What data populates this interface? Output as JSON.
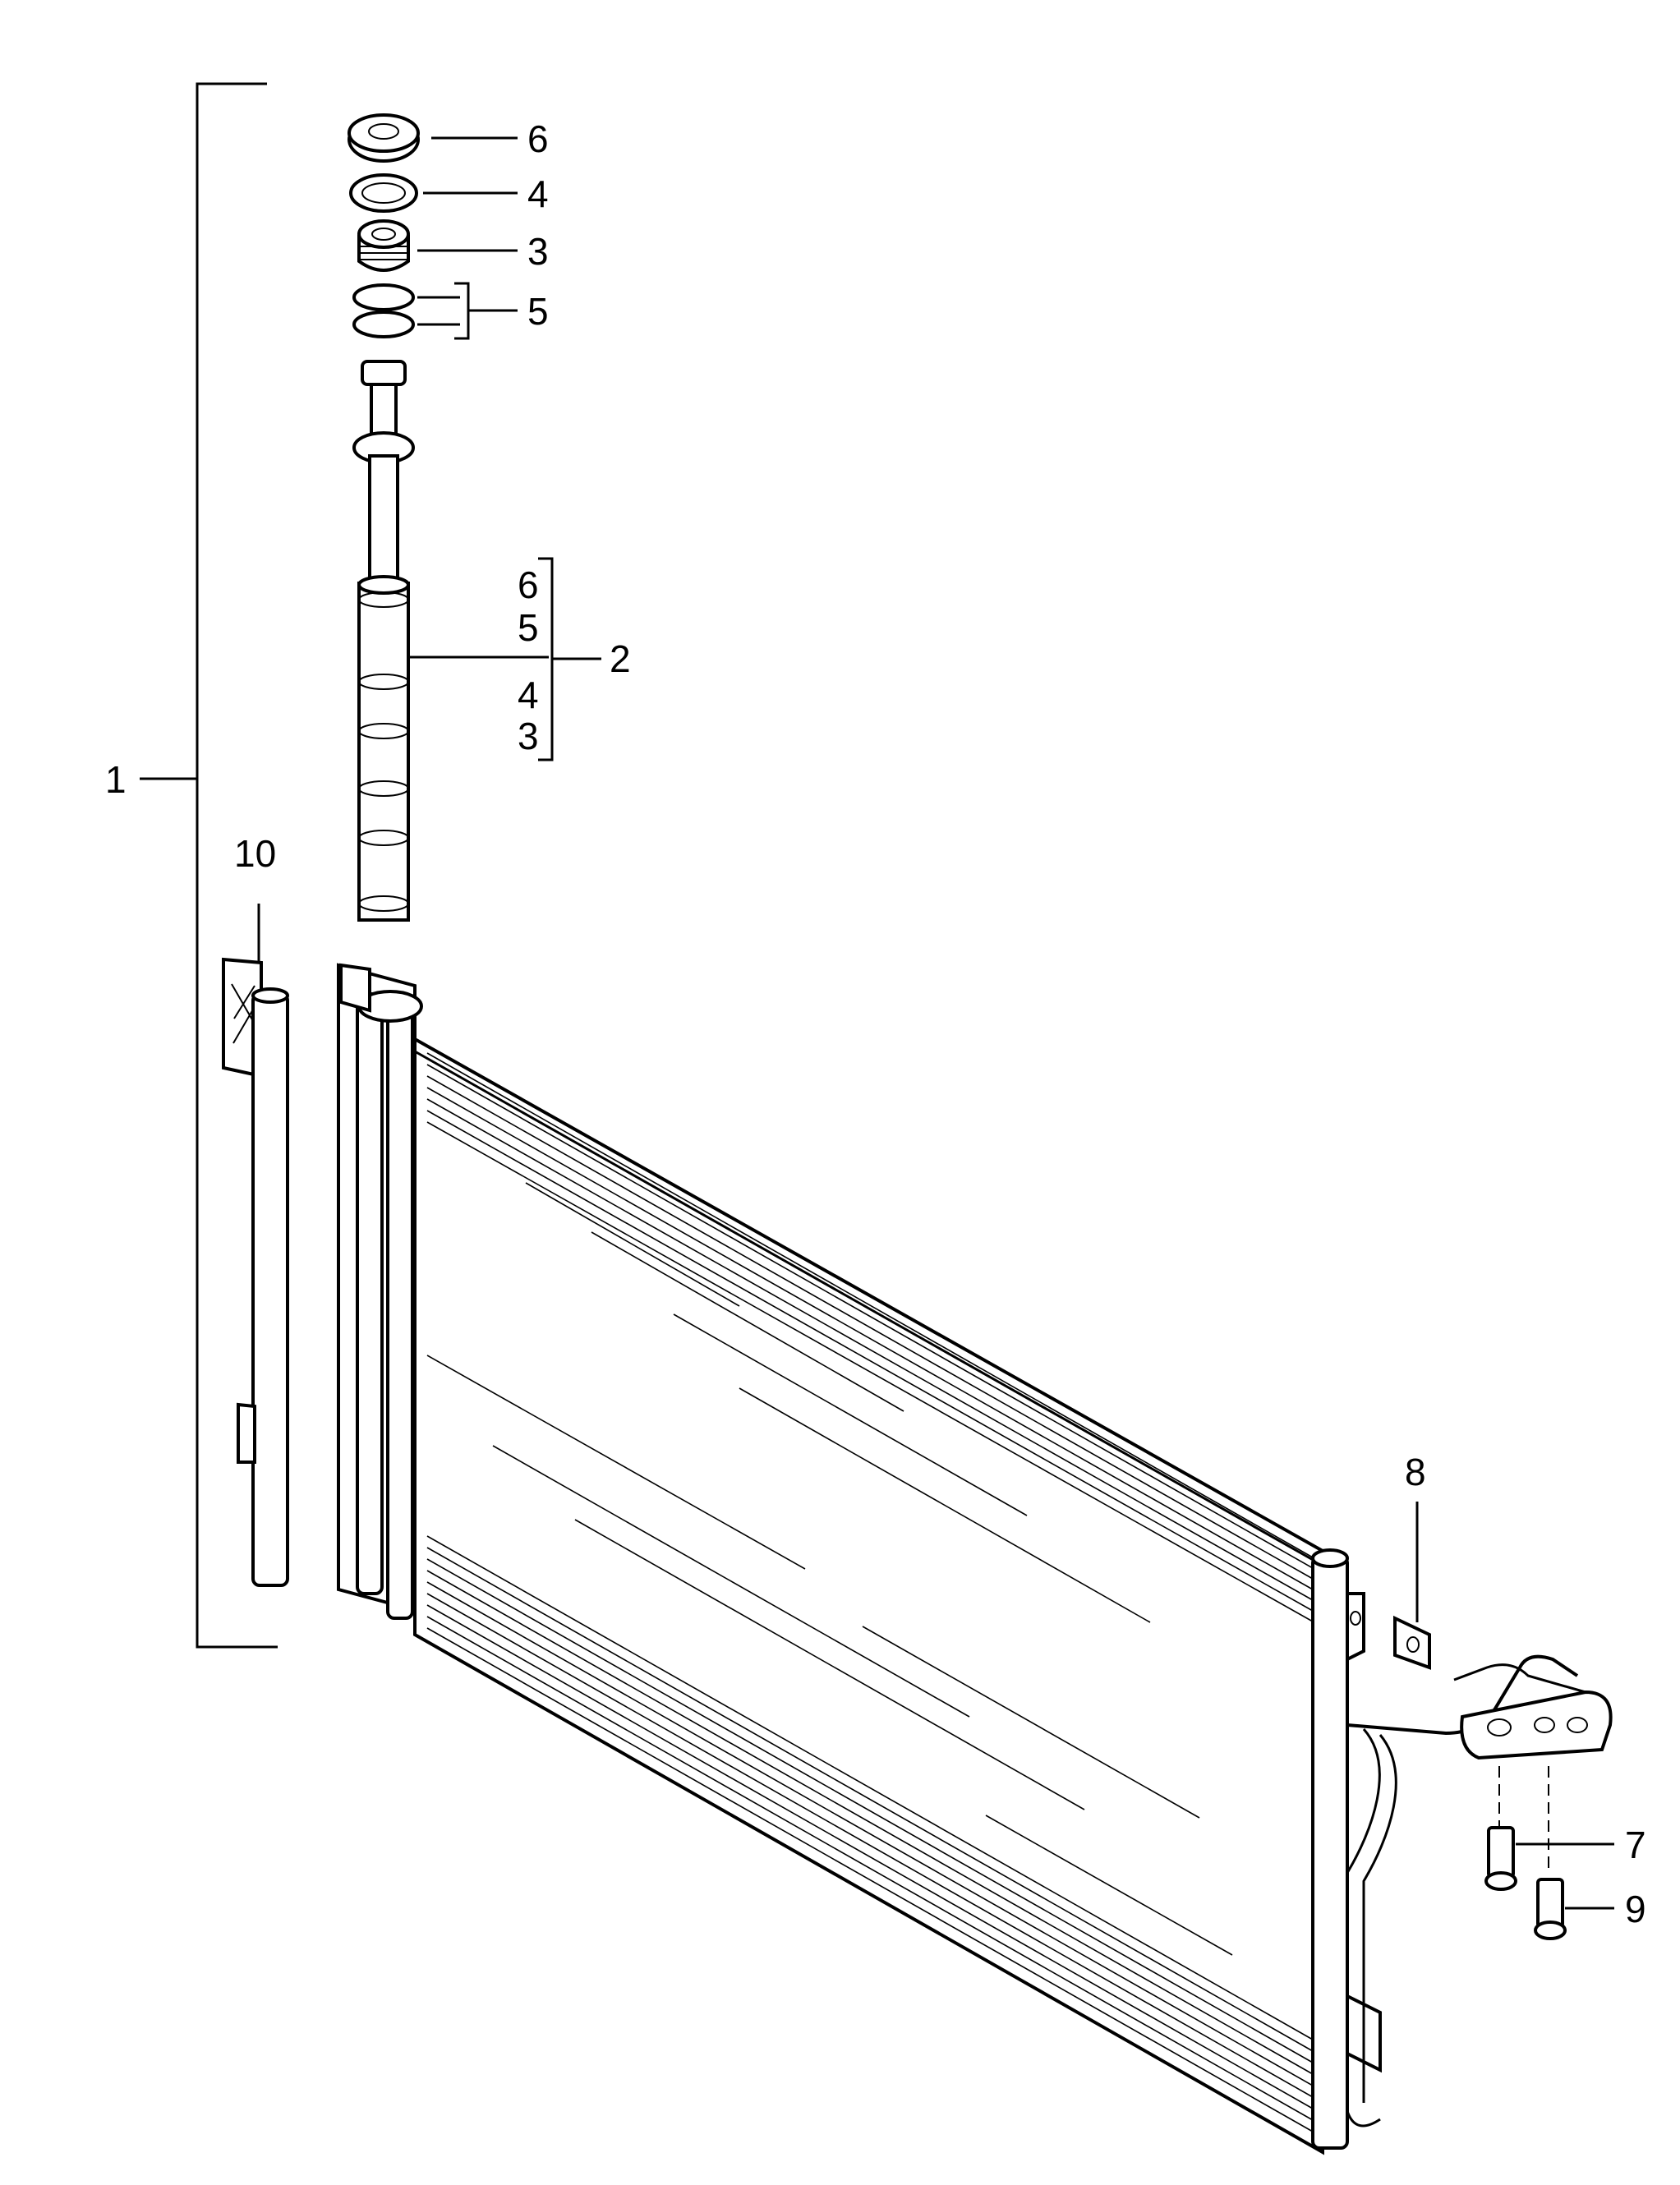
{
  "callouts": {
    "n1": "1",
    "n2": "2",
    "n3": "3",
    "n4": "4",
    "n5": "5",
    "n6": "6",
    "n7": "7",
    "n8": "8",
    "n9": "9",
    "n10": "10",
    "kit_list": [
      "6",
      "5",
      "4",
      "3"
    ]
  },
  "icons": {
    "condenser": "condenser-core-icon",
    "drier": "receiver-drier-icon",
    "bolt": "bolt-icon"
  }
}
